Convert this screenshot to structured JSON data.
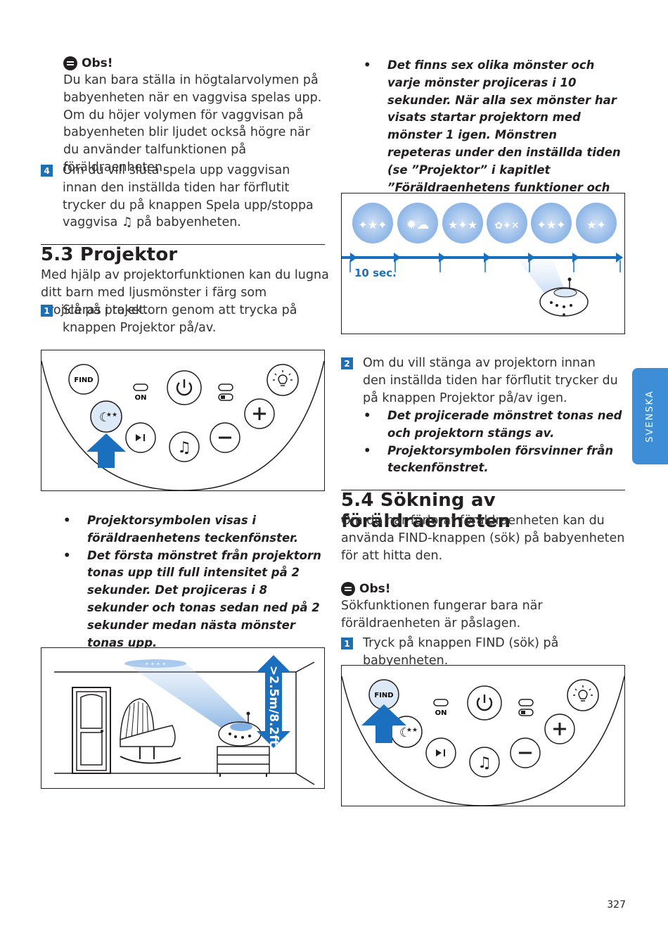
{
  "left": {
    "note1": {
      "title": "Obs!",
      "text": "Du kan bara ställa in högtalarvolymen på babyenheten när en vaggvisa spelas upp. Om du höjer volymen för vaggvisan på babyenheten blir ljudet också högre när du använder talfunktionen på föräldraenheten."
    },
    "step4": {
      "num": "4",
      "text": "Om du vill sluta spela upp vaggvisan innan den inställda tiden har förflutit trycker du på knappen Spela upp/stoppa vaggvisa ♫ på babyenheten."
    },
    "section53": {
      "title": "5.3  Projektor",
      "intro": "Med hjälp av projektorfunktionen kan du lugna ditt barn med ljusmönster i färg som projiceras i taket.",
      "step1": {
        "num": "1",
        "text": "Slå på projektorn genom att trycka på knappen Projektor på/av."
      }
    },
    "bullets": [
      "Projektorsymbolen visas i föräldraenhetens teckenfönster.",
      "Det första mönstret från projektorn tonas upp till full intensitet på 2 sekunder. Det projiceras i 8 sekunder och tonas sedan ned på 2 sekunder medan nästa mönster tonas upp."
    ],
    "height_label": ">2.5m/8.2ft"
  },
  "right": {
    "bullet_top": "Det finns sex olika mönster och varje mönster projiceras i 10 sekunder. När alla sex mönster har visats startar projektorn med mönster 1 igen. Mönstren repeteras under den inställda tiden (se ”Projektor” i kapitlet ”Föräldraenhetens funktioner och signaler”).",
    "timeline_label": "10 sec.",
    "step2": {
      "num": "2",
      "text": "Om du vill stänga av projektorn innan den inställda tiden har förflutit trycker du på knappen Projektor på/av igen."
    },
    "step2_bullets": [
      "Det projicerade mönstret tonas ned och projektorn stängs av.",
      "Projektorsymbolen försvinner från teckenfönstret."
    ],
    "section54": {
      "title": "5.4  Sökning av föräldraenheten",
      "intro": "Om du har förlorat föräldraenheten kan du använda FIND-knappen (sök) på babyenheten för att hitta den."
    },
    "note2": {
      "title": "Obs!",
      "text": "Sökfunktionen fungerar bara när föräldraenheten är påslagen."
    },
    "step1b": {
      "num": "1",
      "text": "Tryck på knappen FIND (sök) på babyenheten."
    }
  },
  "panel": {
    "find": "FIND",
    "on": "ON"
  },
  "side_tab": "SVENSKA",
  "page_number": "327",
  "colors": {
    "accent": "#1f6fb5",
    "tab": "#3d8ed6",
    "arrow": "#1a6fbf"
  }
}
